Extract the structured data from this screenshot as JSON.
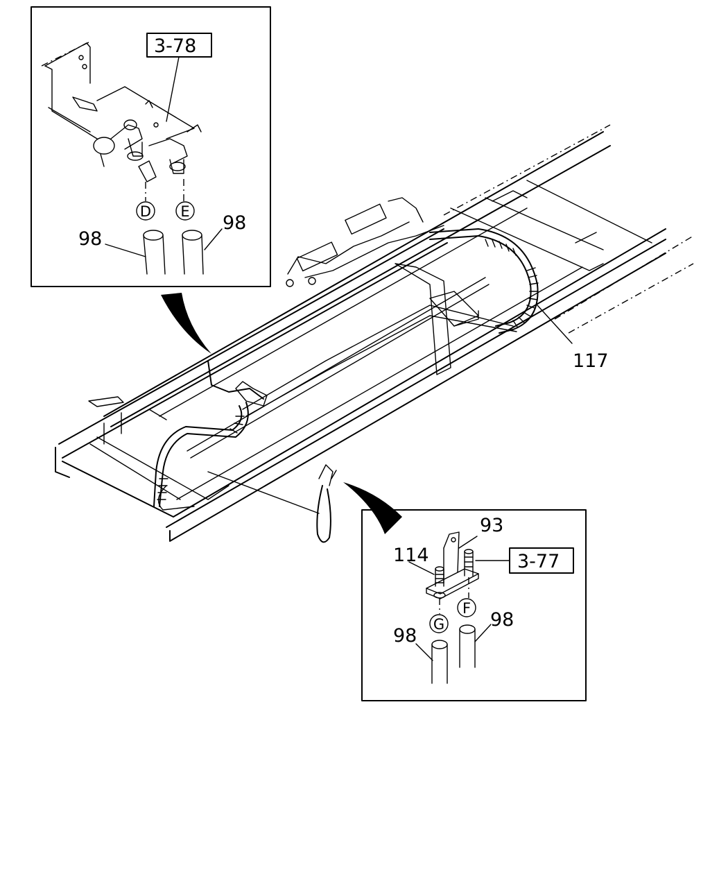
{
  "inset_top": {
    "ref": "3-78",
    "callouts": {
      "left_pipe": "98",
      "right_pipe": "98"
    },
    "connectors": {
      "d": "D",
      "e": "E"
    }
  },
  "inset_bottom": {
    "ref": "3-77",
    "callouts": {
      "bracket": "93",
      "fitting": "114",
      "left_pipe": "98",
      "right_pipe": "98"
    },
    "connectors": {
      "f": "F",
      "g": "G"
    }
  },
  "main": {
    "callouts": {
      "hose": "117"
    }
  }
}
